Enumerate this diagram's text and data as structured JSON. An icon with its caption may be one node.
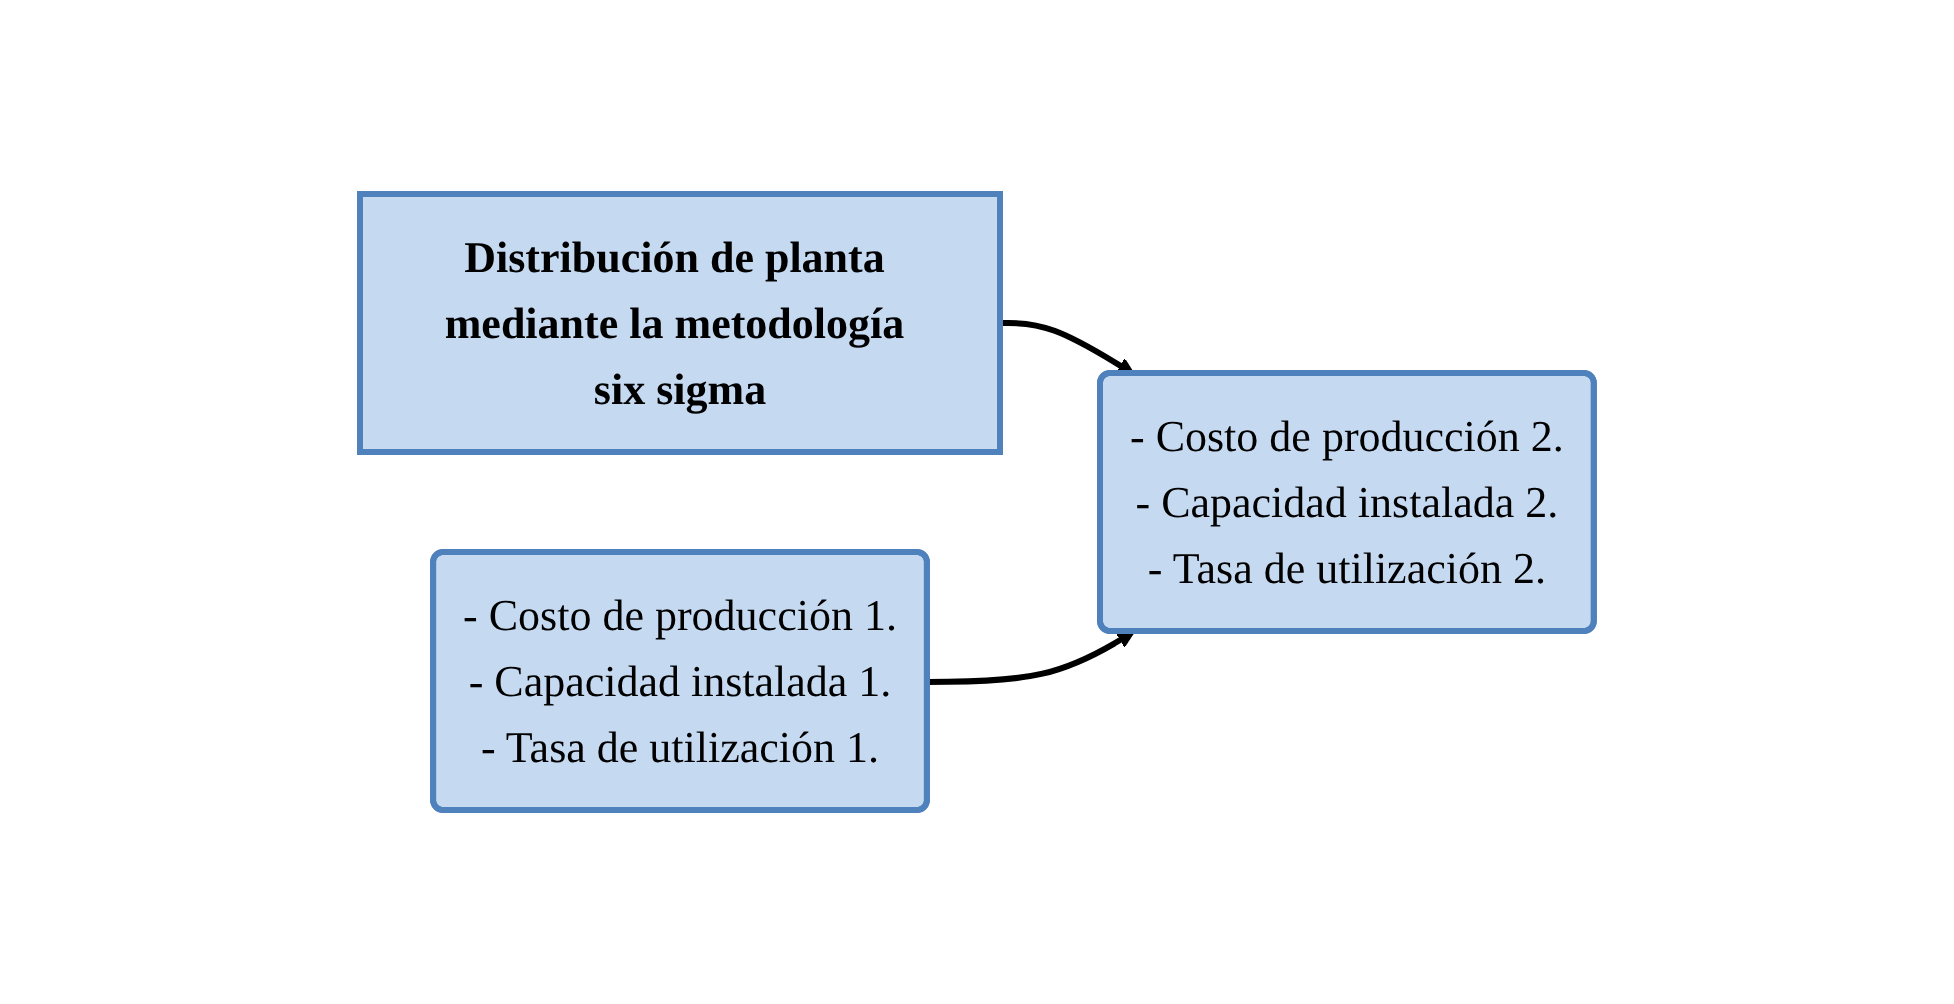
{
  "diagram": {
    "nodes": [
      {
        "text": [
          "Distribución de planta mediante la metodología six sigma"
        ]
      },
      {
        "text": [
          "- Costo de producción 1.",
          "- Capacidad instalada 1.",
          "- Tasa de utilización 1."
        ]
      },
      {
        "text": [
          "- Costo de producción 2.",
          "- Capacidad instalada 2.",
          "- Tasa de utilización 2."
        ]
      }
    ],
    "edges": [
      {
        "from": 0,
        "to": 2,
        "arrow": "to"
      },
      {
        "from": 1,
        "to": 2,
        "arrow": "to"
      }
    ]
  }
}
